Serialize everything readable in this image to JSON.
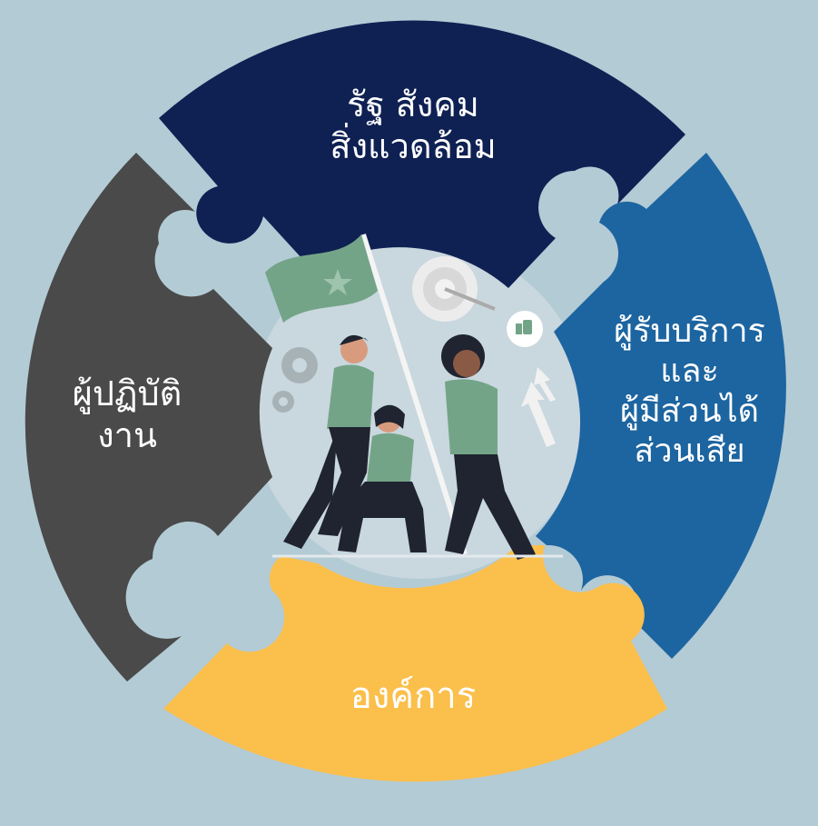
{
  "pieces": {
    "top": {
      "lines": [
        "รัฐ สังคม",
        "สิ่งแวดล้อม"
      ],
      "color": "#0f2153"
    },
    "right": {
      "lines": [
        "ผู้รับบริการ",
        "และ",
        "ผู้มีส่วนได้",
        "ส่วนเสีย"
      ],
      "color": "#1d65a0"
    },
    "bottom": {
      "lines": [
        "องค์การ"
      ],
      "color": "#fbbf4c"
    },
    "left": {
      "lines": [
        "ผู้ปฏิบัติ",
        "งาน"
      ],
      "color": "#4a4a4a"
    }
  },
  "illustration": {
    "badge_icon": "thumbs-up-icon"
  },
  "colors": {
    "background": "#b3cbd5",
    "center_disc": "#c9d7de",
    "figure_green": "#74a488"
  }
}
